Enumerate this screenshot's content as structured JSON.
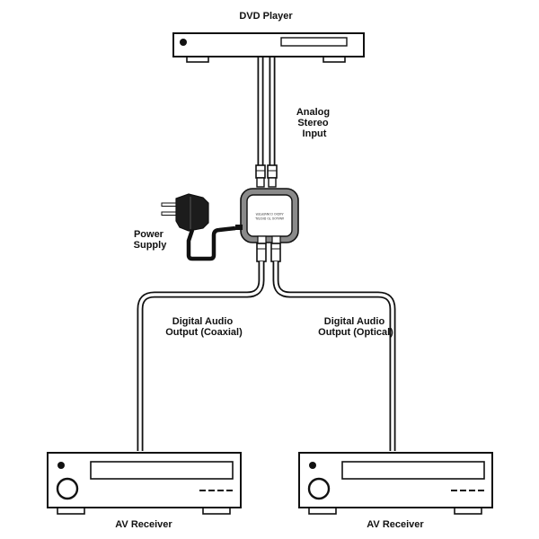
{
  "labels": {
    "dvd_player": "DVD Player",
    "analog_input": [
      "Analog",
      "Stereo",
      "Input"
    ],
    "power_supply": [
      "Power",
      "Supply"
    ],
    "coaxial_output": [
      "Digital Audio",
      "Output (Coaxial)"
    ],
    "optical_output": [
      "Digital Audio",
      "Output (Optical)"
    ],
    "av_receiver_left": "AV Receiver",
    "av_receiver_right": "AV Receiver"
  },
  "converter": {
    "print": [
      "ANALOG TO DIGITAL",
      "AUDIO CONVERTER"
    ]
  },
  "colors": {
    "stroke": "#111111",
    "device_fill": "#ffffff",
    "converter_frame": "#8a8a8a",
    "adapter_fill": "#1c1c1c"
  }
}
